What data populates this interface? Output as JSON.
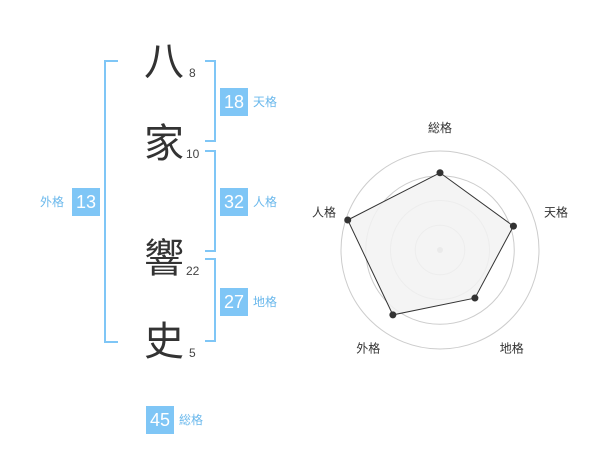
{
  "name": {
    "characters": [
      {
        "char": "八",
        "strokes": "8"
      },
      {
        "char": "家",
        "strokes": "10"
      },
      {
        "char": "響",
        "strokes": "22"
      },
      {
        "char": "史",
        "strokes": "5"
      }
    ]
  },
  "kaku": {
    "tenkaku": {
      "value": "18",
      "label": "天格"
    },
    "jinkaku": {
      "value": "32",
      "label": "人格"
    },
    "chikaku": {
      "value": "27",
      "label": "地格"
    },
    "gaikaku": {
      "value": "13",
      "label": "外格"
    },
    "soukaku": {
      "value": "45",
      "label": "総格"
    }
  },
  "chart_data": {
    "type": "radar",
    "axes": [
      "総格",
      "天格",
      "地格",
      "外格",
      "人格"
    ],
    "values": [
      0.78,
      0.78,
      0.6,
      0.81,
      0.98
    ],
    "value_scale": "fraction of outer ring radius",
    "rings": 4,
    "colors": {
      "fill": "#f2f2f2",
      "stroke": "#333333",
      "grid": "#cccccc",
      "point": "#333333"
    }
  }
}
